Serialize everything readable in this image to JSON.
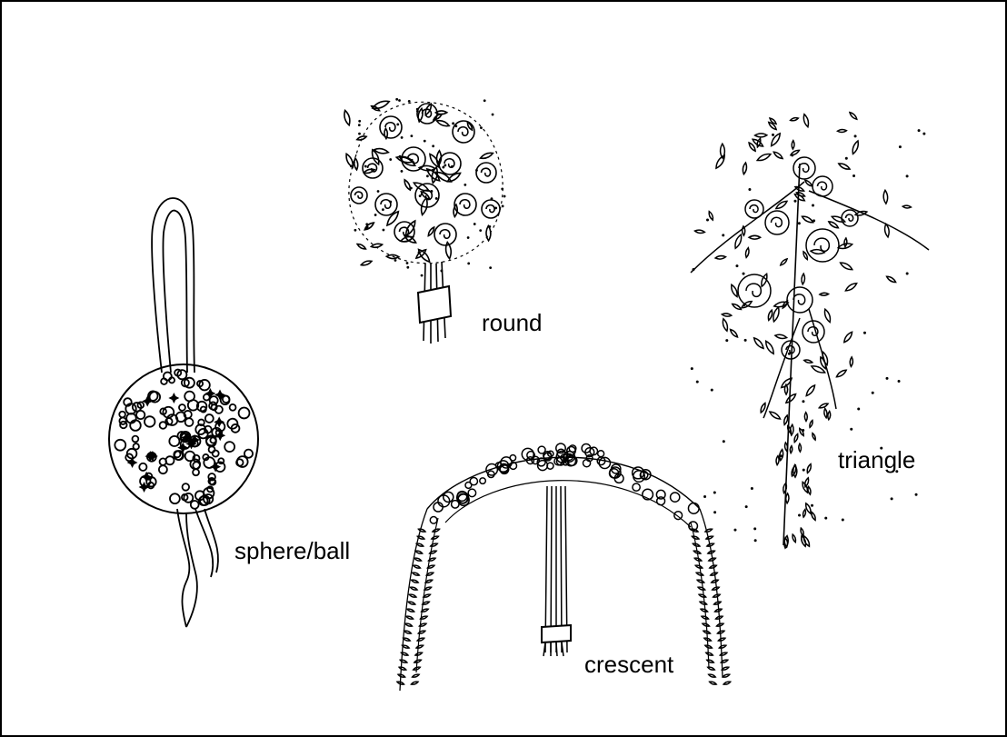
{
  "figure": {
    "labels": {
      "round": "round",
      "triangle": "triangle",
      "sphere": "sphere/ball",
      "crescent": "crescent"
    },
    "ink_color": "#000000",
    "paper_color": "#ffffff"
  }
}
